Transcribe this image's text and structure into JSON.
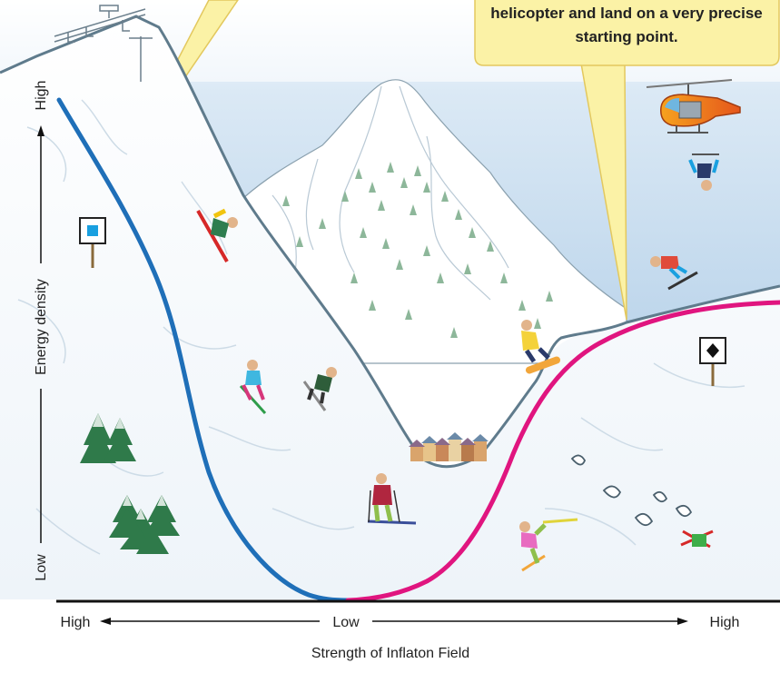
{
  "callout_right": {
    "line1": "helicopter and land on a very precise",
    "line2": "starting point."
  },
  "y_axis": {
    "high": "High",
    "label": "Energy density",
    "low": "Low"
  },
  "x_axis": {
    "left_high": "High",
    "center_low": "Low",
    "right_high": "High",
    "label": "Strength of Inflaton Field"
  },
  "colors": {
    "left_curve": "#1f6fb8",
    "right_curve": "#e0157f",
    "sky": "#bcd6ec",
    "callout_fill": "#fbf2a6",
    "callout_border": "#e3c85e",
    "mountain_outline": "#5f7b8c",
    "axis": "#111111"
  },
  "icons": {
    "chairlift": "chairlift-icon",
    "blue_square_sign": "blue-square-sign-icon",
    "black_diamond_sign": "black-diamond-sign-icon",
    "helicopter": "helicopter-icon",
    "village": "village-icon",
    "trees": "pine-tree-icon"
  }
}
